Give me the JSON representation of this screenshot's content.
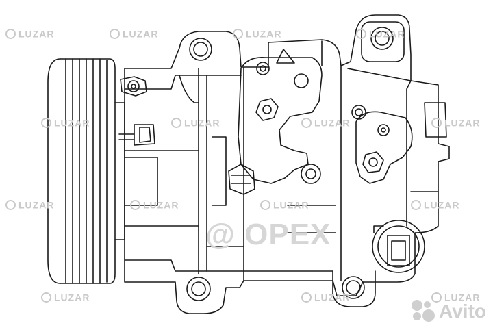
{
  "watermark": {
    "brand_text": "LUZAR",
    "center_text": "@ ОРЕХ",
    "site_text": "Avito"
  },
  "drawing": {
    "stroke_color": "#1a1a1a",
    "watermark_color": "#c9c9c9",
    "background": "#ffffff"
  }
}
